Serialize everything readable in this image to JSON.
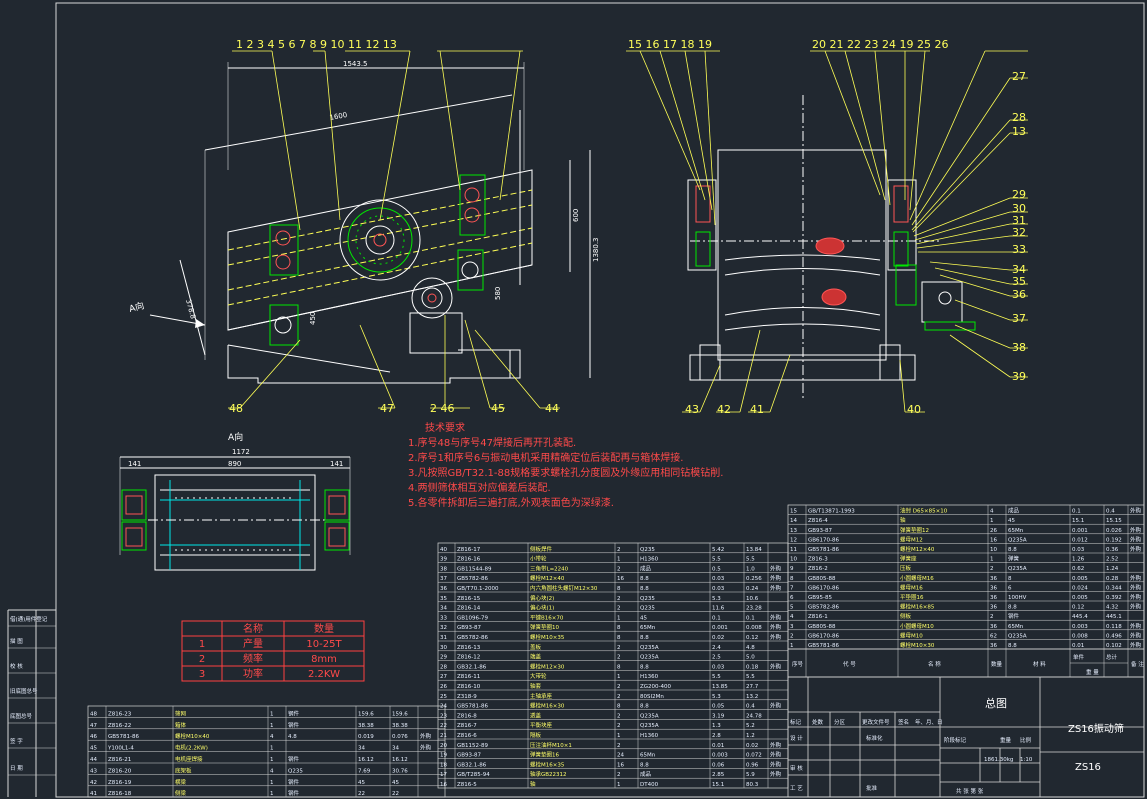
{
  "front": {
    "dims": [
      "1543.5",
      "1600",
      "600",
      "1380.3",
      "378.8",
      "450",
      "580"
    ],
    "a_dir": "A向",
    "balloons_top": "1 2 3      4      5 6 7 8      9 10 11 12 13",
    "b48": "48",
    "b47": "47",
    "b2_46": "2  46",
    "b45": "45",
    "b44": "44"
  },
  "side": {
    "balloons_left": "15 16 17 18 19",
    "balloons_mid": "20 21 22  23      24 19       25 26",
    "r": [
      "27",
      "28",
      "13",
      "29",
      "30",
      "31",
      "32",
      "33",
      "34",
      "35",
      "36",
      "37",
      "38",
      "39"
    ],
    "b": [
      "43",
      "42",
      "41",
      "40"
    ]
  },
  "view_a": {
    "title": "A向",
    "dims": [
      "1172",
      "141",
      "890",
      "141"
    ]
  },
  "requirements": {
    "title": "技术要求",
    "items": [
      "1.序号48与序号47焊接后再开孔装配.",
      "2.序号1和序号6与振动电机采用精确定位后装配再与箱体焊接.",
      "3.凡按照GB/T32.1-88规格要求螺栓孔分度圆及外缘应用相同钻模钻削.",
      "4.两侧筛体相互对应偏差后装配.",
      "5.各零件拆卸后三遍打底,外观表面色为深绿漆."
    ]
  },
  "params": {
    "headers": [
      "",
      "名称",
      "数量"
    ],
    "rows": [
      [
        "1",
        "产量",
        "10-25T"
      ],
      [
        "2",
        "频率",
        "8mm"
      ],
      [
        "3",
        "功率",
        "2.2KW"
      ]
    ]
  },
  "side_labels": [
    "借(通)用件登记",
    "描 图",
    "校 核",
    "旧底图总号",
    "底图总号",
    "签 字",
    "日 期"
  ],
  "bom_left": [
    [
      "48",
      "Z816-23",
      "筛网",
      "1",
      "钢件",
      "159.6",
      "159.6",
      ""
    ],
    [
      "47",
      "Z816-22",
      "箱体",
      "1",
      "钢件",
      "38.38",
      "38.38",
      ""
    ],
    [
      "46",
      "GB5781-86",
      "螺栓M10×40",
      "4",
      "4.8",
      "0.019",
      "0.076",
      "外购"
    ],
    [
      "45",
      "Y100L1-4",
      "电机(2.2KW)",
      "1",
      "",
      "34",
      "34",
      "外购"
    ],
    [
      "44",
      "Z816-21",
      "电机座焊接",
      "1",
      "钢件",
      "16.12",
      "16.12",
      ""
    ],
    [
      "43",
      "Z816-20",
      "底架板",
      "4",
      "Q235",
      "7.69",
      "30.76",
      ""
    ],
    [
      "42",
      "Z816-19",
      "横梁",
      "1",
      "钢件",
      "45",
      "45",
      ""
    ],
    [
      "41",
      "Z816-18",
      "侧梁",
      "1",
      "钢件",
      "22",
      "22",
      ""
    ]
  ],
  "bom_mid": [
    [
      "40",
      "Z816-17",
      "侧板焊件",
      "2",
      "Q235",
      "5.42",
      "13.84",
      ""
    ],
    [
      "39",
      "Z816-16",
      "小带轮",
      "1",
      "H1360",
      "5.5",
      "5.5",
      ""
    ],
    [
      "38",
      "GB11544-89",
      "三角带L=2240",
      "2",
      "成品",
      "0.5",
      "1.0",
      "外购"
    ],
    [
      "37",
      "GB5782-86",
      "螺栓M12×40",
      "16",
      "8.8",
      "0.03",
      "0.256",
      "外购"
    ],
    [
      "36",
      "GB/T70.1-2000",
      "内六角圆柱头螺钉M12×30",
      "8",
      "8.8",
      "0.03",
      "0.24",
      "外购"
    ],
    [
      "35",
      "Z816-15",
      "偏心块(2)",
      "2",
      "Q235",
      "5.3",
      "10.6",
      ""
    ],
    [
      "34",
      "Z816-14",
      "偏心块(1)",
      "2",
      "Q235",
      "11.6",
      "23.28",
      ""
    ],
    [
      "33",
      "GB1096-79",
      "平键B16×70",
      "1",
      "45",
      "0.1",
      "0.1",
      "外购"
    ],
    [
      "32",
      "GB93-87",
      "弹簧垫圈10",
      "8",
      "65Mn",
      "0.001",
      "0.008",
      "外购"
    ],
    [
      "31",
      "GB5782-86",
      "螺栓M10×35",
      "8",
      "8.8",
      "0.02",
      "0.12",
      "外购"
    ],
    [
      "30",
      "Z816-13",
      "盖板",
      "2",
      "Q235A",
      "2.4",
      "4.8",
      ""
    ],
    [
      "29",
      "Z816-12",
      "端盖",
      "2",
      "Q235A",
      "2.5",
      "5.0",
      ""
    ],
    [
      "28",
      "GB32.1-86",
      "螺栓M12×30",
      "8",
      "8.8",
      "0.03",
      "0.18",
      "外购"
    ],
    [
      "27",
      "Z816-11",
      "大带轮",
      "1",
      "H1360",
      "5.5",
      "5.5",
      ""
    ],
    [
      "26",
      "Z816-10",
      "轴套",
      "2",
      "ZG200-400",
      "13.85",
      "27.7",
      ""
    ],
    [
      "25",
      "Z318-9",
      "主轴承座",
      "2",
      "80SI2Mn",
      "5.3",
      "13.2",
      ""
    ],
    [
      "24",
      "GB5781-86",
      "螺栓M16×30",
      "8",
      "8.8",
      "0.05",
      "0.4",
      "外购"
    ],
    [
      "23",
      "Z816-8",
      "透盖",
      "2",
      "Q235A",
      "3.19",
      "24.78",
      ""
    ],
    [
      "22",
      "Z816-7",
      "平衡块座",
      "2",
      "Q235A",
      "1.3",
      "5.2",
      ""
    ],
    [
      "21",
      "Z816-6",
      "隔板",
      "1",
      "H1360",
      "2.8",
      "1.2",
      ""
    ],
    [
      "20",
      "GB1152-89",
      "压注油杯M10×1",
      "2",
      "",
      "0.01",
      "0.02",
      "外购"
    ],
    [
      "19",
      "GB93-87",
      "弹簧垫圈16",
      "24",
      "65Mn",
      "0.003",
      "0.072",
      "外购"
    ],
    [
      "18",
      "GB32.1-86",
      "螺栓M16×35",
      "16",
      "8.8",
      "0.06",
      "0.96",
      "外购"
    ],
    [
      "17",
      "GB/T285-94",
      "轴承GB22312",
      "2",
      "成品",
      "2.85",
      "5.9",
      "外购"
    ],
    [
      "16",
      "Z816-5",
      "轴",
      "1",
      "DT400",
      "15.1",
      "80.3",
      ""
    ]
  ],
  "bom_right": [
    [
      "15",
      "GB/T13871-1993",
      "油封 D65×85×10",
      "4",
      "成品",
      "0.1",
      "0.4",
      "外购"
    ],
    [
      "14",
      "Z816-4",
      "轴",
      "1",
      "45",
      "15.1",
      "15.15",
      ""
    ],
    [
      "13",
      "GB93-87",
      "弹簧垫圈12",
      "26",
      "65Mn",
      "0.001",
      "0.026",
      "外购"
    ],
    [
      "12",
      "GB6170-86",
      "螺母M12",
      "16",
      "Q235A",
      "0.012",
      "0.192",
      "外购"
    ],
    [
      "11",
      "GB5781-86",
      "螺栓M12×40",
      "10",
      "8.8",
      "0.03",
      "0.36",
      "外购"
    ],
    [
      "10",
      "Z816-3",
      "弹簧座",
      "1",
      "弹簧",
      "1.26",
      "2.52",
      ""
    ],
    [
      "9",
      "Z816-2",
      "压板",
      "2",
      "Q235A",
      "0.62",
      "1.24",
      ""
    ],
    [
      "8",
      "GB805-88",
      "小圆螺母M16",
      "36",
      "8",
      "0.005",
      "0.28",
      "外购"
    ],
    [
      "7",
      "GB6170-86",
      "螺母M16",
      "36",
      "6",
      "0.024",
      "0.344",
      "外购"
    ],
    [
      "6",
      "GB95-85",
      "平垫圈16",
      "36",
      "100HV",
      "0.005",
      "0.392",
      "外购"
    ],
    [
      "5",
      "GB5782-86",
      "螺栓M16×85",
      "36",
      "8.8",
      "0.12",
      "4.32",
      "外购"
    ],
    [
      "4",
      "Z816-1",
      "侧板",
      "2",
      "钢件",
      "445.4",
      "445.1",
      ""
    ],
    [
      "3",
      "GB805-88",
      "小圆螺母M10",
      "36",
      "65Mn",
      "0.003",
      "0.118",
      "外购"
    ],
    [
      "2",
      "GB6170-86",
      "螺母M10",
      "62",
      "Q235A",
      "0.008",
      "0.496",
      "外购"
    ],
    [
      "1",
      "GB5781-86",
      "螺栓M10×30",
      "36",
      "8.8",
      "0.01",
      "0.102",
      "外购"
    ]
  ],
  "bom_headers": [
    "序号",
    "代 号",
    "名 称",
    "数量",
    "材 料",
    "单件",
    "总计",
    "备 注"
  ],
  "bom_weight_label": "重 量",
  "title_block": {
    "title": "总图",
    "product": "ZS16振动筛",
    "code": "ZS16",
    "labels": [
      "标记",
      "处数",
      "分区",
      "更改文件号",
      "签名",
      "年、月、日",
      "设 计",
      "标准化",
      "审 核",
      "工 艺",
      "批准",
      "阶段标记",
      "重量",
      "比例",
      "共   张  第   张"
    ],
    "weight": "1861.30kg",
    "scale": "1:10"
  }
}
